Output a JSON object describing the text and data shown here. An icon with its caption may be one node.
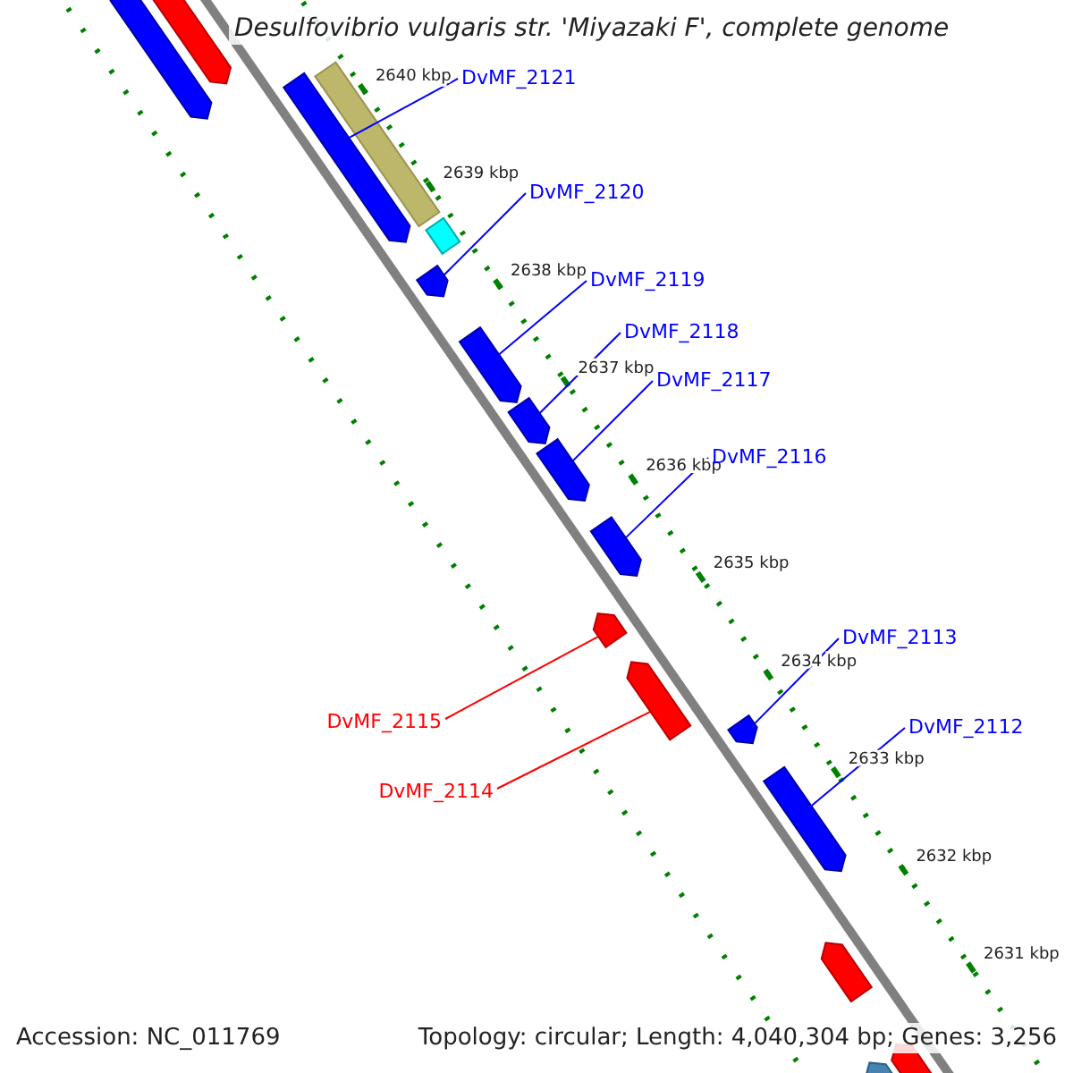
{
  "diagram": {
    "title": "Desulfovibrio vulgaris str. 'Miyazaki F', complete genome",
    "nodes": [
      {
        "text": [
          "DvMF_2121"
        ]
      },
      {
        "text": [
          "DvMF_2120"
        ]
      },
      {
        "text": [
          "DvMF_2119"
        ]
      },
      {
        "text": [
          "DvMF_2118"
        ]
      },
      {
        "text": [
          "DvMF_2117"
        ]
      },
      {
        "text": [
          "DvMF_2116"
        ]
      },
      {
        "text": [
          "DvMF_2113"
        ]
      },
      {
        "text": [
          "DvMF_2115"
        ]
      },
      {
        "text": [
          "DvMF_2112"
        ]
      },
      {
        "text": [
          "DvMF_2114"
        ]
      },
      {
        "text": [],
        "shape": "arrow"
      },
      {
        "text": [],
        "shape": "arrow"
      },
      {
        "text": [],
        "shape": "arrow"
      },
      {
        "text": [],
        "shape": "arrow"
      },
      {
        "text": [],
        "shape": "arrow"
      },
      {
        "text": [],
        "shape": "arrow"
      },
      {
        "text": [],
        "shape": "arrow"
      },
      {
        "text": [],
        "shape": "arrow"
      },
      {
        "text": [],
        "shape": "arrow"
      },
      {
        "text": [],
        "shape": "arrow"
      }
    ],
    "edges": [
      {
        "from": 0,
        "to": 10,
        "arrow": "none"
      },
      {
        "from": 1,
        "to": 11,
        "arrow": "none"
      },
      {
        "from": 2,
        "to": 12,
        "arrow": "none"
      },
      {
        "from": 3,
        "to": 13,
        "arrow": "none"
      },
      {
        "from": 4,
        "to": 14,
        "arrow": "none"
      },
      {
        "from": 5,
        "to": 15,
        "arrow": "none"
      },
      {
        "from": 6,
        "to": 16,
        "arrow": "none"
      },
      {
        "from": 7,
        "to": 17,
        "arrow": "none",
        "color": "#ff0000"
      },
      {
        "from": 8,
        "to": 18,
        "arrow": "none"
      },
      {
        "from": 9,
        "to": 19,
        "arrow": "none",
        "color": "#ff0000"
      }
    ],
    "labels": [
      "2640 kbp",
      "2639 kbp",
      "2638 kbp",
      "2637 kbp",
      "2636 kbp",
      "2635 kbp",
      "2634 kbp",
      "2633 kbp",
      "2632 kbp",
      "2631 kbp",
      "Accession: NC_011769",
      "Topology: circular; Length: 4,040,304 bp; Genes: 3,256"
    ]
  }
}
